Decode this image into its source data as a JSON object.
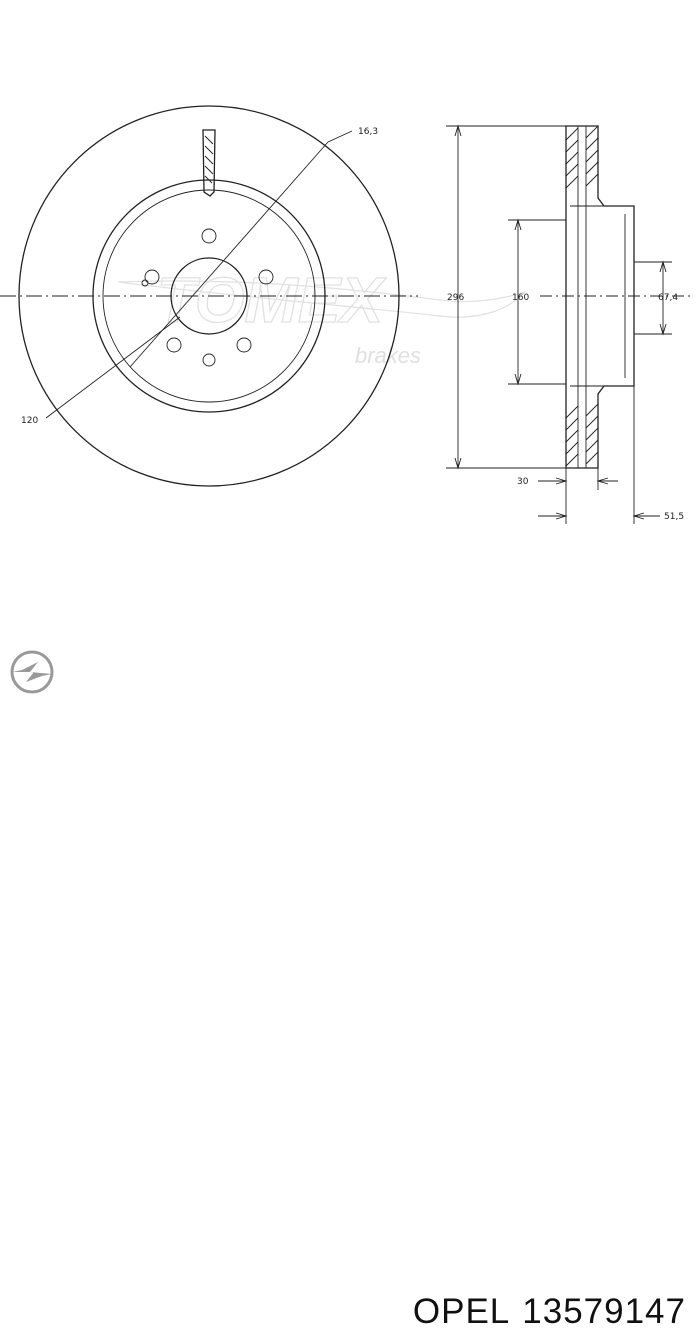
{
  "dimensions": {
    "bolt_hole": "16,3",
    "pcd": "120",
    "outer_diameter": "296",
    "hub_diameter": "160",
    "center_bore_height": "67,4",
    "disc_thickness": "30",
    "overall_height": "51,5"
  },
  "watermark": {
    "brand": "TOMEX",
    "sub": "brakes"
  },
  "product": {
    "manufacturer": "OPEL",
    "part_number": "13579147"
  },
  "icons": {
    "logo": "opel-logo-icon"
  },
  "colors": {
    "line": "#222222",
    "watermark": "#d8d8d8",
    "text": "#111111"
  }
}
